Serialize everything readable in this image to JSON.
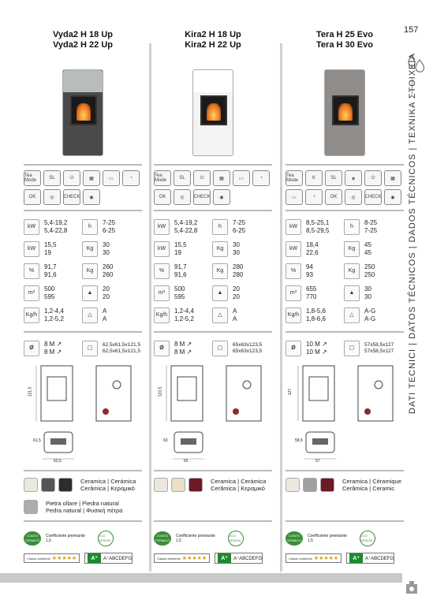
{
  "page": {
    "number": "157",
    "side_title": "DATI TECNICI | DATOS TÉCNICOS | DADOS TÉCNICOS | ΤΕΧΝΙΚΑ ΣΤΟΙΧΕΙΑ"
  },
  "columns": [
    {
      "title1": "Vyda2 H 18 Up",
      "title2": "Vyda2 H 22 Up",
      "stove_color": "#4a4a4a",
      "top_color": "#b9bcbc",
      "icons1": [
        "Tea Mode",
        "SL",
        "⏻",
        "▦",
        "▭",
        "◔"
      ],
      "icons2": [
        "OK",
        "◎",
        "CHECK",
        "◉"
      ],
      "specs": [
        {
          "sym": "kW",
          "v1": "5,4-19,2",
          "v2": "5,4-22,8",
          "sym2": "h",
          "w1": "7-25",
          "w2": "6-25"
        },
        {
          "sym": "kW",
          "v1": "15,5",
          "v2": "19",
          "sym2": "Kg",
          "w1": "30",
          "w2": "30"
        },
        {
          "sym": "%",
          "v1": "91,7",
          "v2": "91,6",
          "sym2": "Kg",
          "w1": "260",
          "w2": "260"
        },
        {
          "sym": "m³",
          "v1": "500",
          "v2": "595",
          "sym2": "▲",
          "w1": "20",
          "w2": "20"
        },
        {
          "sym": "Kg/h",
          "v1": "1,2-4,4",
          "v2": "1,2-5,2",
          "sym2": "△",
          "w1": "A",
          "w2": "A"
        }
      ],
      "flue": {
        "d1": "8 M ↗",
        "d2": "8 M ↗",
        "dim1": "62,5x61,5x121,5",
        "dim2": "62,5x61,5x121,5"
      },
      "dims": {
        "h": "121,5",
        "w": "62,5",
        "d": "61,5"
      },
      "finish1": {
        "colors": [
          "#ece8df",
          "#555555",
          "#2d2d2d"
        ],
        "label1": "Ceramica | Cerámica",
        "label2": "Cerâmica | Κεραμικό"
      },
      "finish2": {
        "colors": [
          "#a9aeb0"
        ],
        "label1": "Pietra ollare | Piedra natural",
        "label2": "Pedra natural | Φυσική πέτρα"
      },
      "eco": {
        "coeff": "Coefficiente premiante",
        "val": "1,5",
        "badge": "CONTO TERMICO",
        "leaf": "ECO DESIGN"
      },
      "class": {
        "label": "Classe ambiente",
        "stars": "★★★★★",
        "energy": "A⁺ABCDEFG"
      }
    },
    {
      "title1": "Kira2 H 18 Up",
      "title2": "Kira2 H 22 Up",
      "stove_color": "#f3f3f3",
      "top_color": "#ffffff",
      "icons1": [
        "Tea Mode",
        "SL",
        "⏻",
        "▦",
        "▭",
        "◔"
      ],
      "icons2": [
        "OK",
        "◎",
        "CHECK",
        "◉"
      ],
      "specs": [
        {
          "sym": "kW",
          "v1": "5,4-19,2",
          "v2": "5,4-22,8",
          "sym2": "h",
          "w1": "7-25",
          "w2": "6-25"
        },
        {
          "sym": "kW",
          "v1": "15,5",
          "v2": "19",
          "sym2": "Kg",
          "w1": "30",
          "w2": "30"
        },
        {
          "sym": "%",
          "v1": "91,7",
          "v2": "91,6",
          "sym2": "Kg",
          "w1": "280",
          "w2": "280"
        },
        {
          "sym": "m³",
          "v1": "500",
          "v2": "595",
          "sym2": "▲",
          "w1": "20",
          "w2": "20"
        },
        {
          "sym": "Kg/h",
          "v1": "1,2-4,4",
          "v2": "1,2-5,2",
          "sym2": "△",
          "w1": "A",
          "w2": "A"
        }
      ],
      "flue": {
        "d1": "8 M ↗",
        "d2": "8 M ↗",
        "dim1": "65x63x123,5",
        "dim2": "65x63x123,5"
      },
      "dims": {
        "h": "123,5",
        "w": "65",
        "d": "63"
      },
      "finish1": {
        "colors": [
          "#ece8df",
          "#eadfc4",
          "#6e1a24"
        ],
        "label1": "Ceramica | Cerámica",
        "label2": "Cerâmica | Κεραμικό"
      },
      "eco": {
        "coeff": "Coefficiente premiante",
        "val": "1,5",
        "badge": "CONTO TERMICO",
        "leaf": "ECO DESIGN"
      },
      "class": {
        "label": "Classe ambiente",
        "stars": "★★★★★",
        "energy": "A⁺ABCDEFG"
      }
    },
    {
      "title1": "Tera H 25 Evo",
      "title2": "Tera H 30 Evo",
      "stove_color": "#8f8c89",
      "top_color": "#8f8c89",
      "icons1": [
        "Tea Mode",
        "K",
        "SL",
        "◈",
        "⏻",
        "▦"
      ],
      "icons2": [
        "▭",
        "◔",
        "OK",
        "◎",
        "CHECK",
        "◉"
      ],
      "specs": [
        {
          "sym": "kW",
          "v1": "8,5-25,1",
          "v2": "8,5-29,5",
          "sym2": "h",
          "w1": "8-25",
          "w2": "7-25"
        },
        {
          "sym": "kW",
          "v1": "18,4",
          "v2": "22,6",
          "sym2": "Kg",
          "w1": "45",
          "w2": "45"
        },
        {
          "sym": "%",
          "v1": "94",
          "v2": "93",
          "sym2": "Kg",
          "w1": "250",
          "w2": "250"
        },
        {
          "sym": "m³",
          "v1": "655",
          "v2": "770",
          "sym2": "▲",
          "w1": "30",
          "w2": "30"
        },
        {
          "sym": "Kg/h",
          "v1": "1,8-5,6",
          "v2": "1,8-6,6",
          "sym2": "△",
          "w1": "A-G",
          "w2": "A-G"
        }
      ],
      "flue": {
        "d1": "10 M ↗",
        "d2": "10 M ↗",
        "dim1": "57x58,5x127",
        "dim2": "57x58,5x127"
      },
      "dims": {
        "h": "127",
        "w": "57",
        "d": "58,5"
      },
      "finish1": {
        "colors": [
          "#ece8df",
          "#a0a0a0",
          "#6e1a24"
        ],
        "label1": "Ceramica | Céramique",
        "label2": "Cerâmica | Ceramic"
      },
      "eco": {
        "coeff": "Coefficiente premiante",
        "val": "1,5",
        "badge": "CONTO TERMICO",
        "leaf": "ECO DESIGN"
      },
      "class": {
        "label": "Classe ambiente",
        "stars": "★★★★★",
        "energy": "A⁺ABCDEFG"
      }
    }
  ]
}
